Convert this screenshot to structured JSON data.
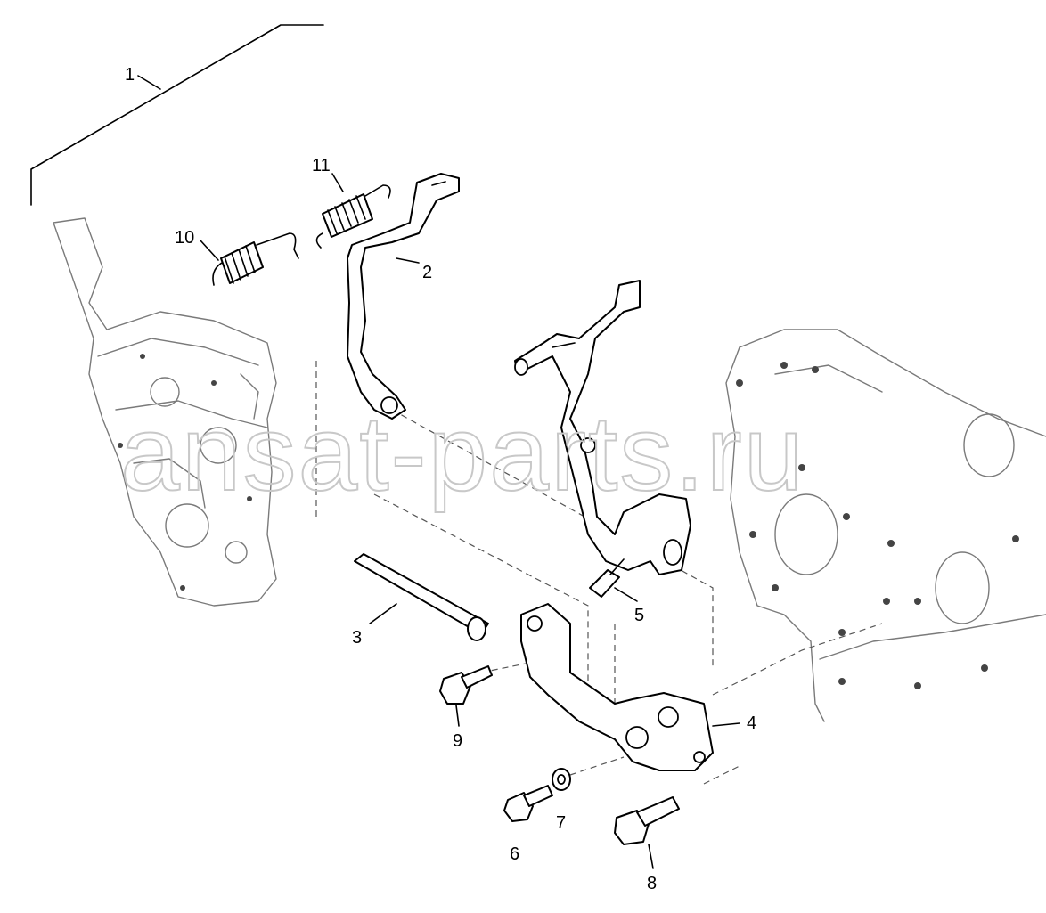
{
  "callouts": [
    {
      "id": "1",
      "label": "1"
    },
    {
      "id": "2",
      "label": "2"
    },
    {
      "id": "3",
      "label": "3"
    },
    {
      "id": "4",
      "label": "4"
    },
    {
      "id": "5",
      "label": "5"
    },
    {
      "id": "6",
      "label": "6"
    },
    {
      "id": "7",
      "label": "7"
    },
    {
      "id": "8",
      "label": "8"
    },
    {
      "id": "9",
      "label": "9"
    },
    {
      "id": "10",
      "label": "10"
    },
    {
      "id": "11",
      "label": "11"
    }
  ],
  "watermark": "ansat-parts.ru"
}
